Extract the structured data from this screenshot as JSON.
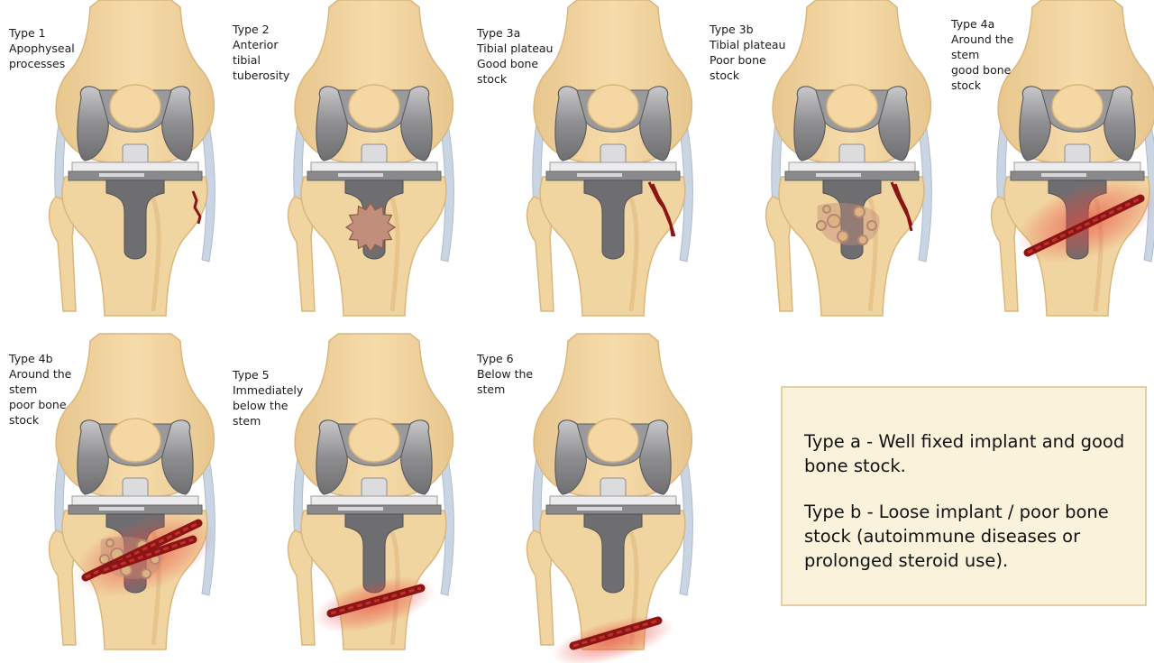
{
  "panels": [
    {
      "id": "type-1",
      "label": [
        "Type 1",
        "Apophyseal",
        "processes"
      ],
      "fracture": "apophyseal"
    },
    {
      "id": "type-2",
      "label": [
        "Type 2",
        "Anterior",
        "tibial",
        "tuberosity"
      ],
      "fracture": "tuberosity"
    },
    {
      "id": "type-3a",
      "label": [
        "Type 3a",
        "Tibial plateau",
        "Good bone",
        "stock"
      ],
      "fracture": "plateau"
    },
    {
      "id": "type-3b",
      "label": [
        "Type 3b",
        "Tibial plateau",
        "Poor bone",
        "stock"
      ],
      "fracture": "plateau-poor"
    },
    {
      "id": "type-4a",
      "label": [
        "Type 4a",
        "Around the",
        "stem",
        "good bone",
        "stock"
      ],
      "fracture": "around-stem"
    },
    {
      "id": "type-4b",
      "label": [
        "Type 4b",
        "Around the",
        "stem",
        "poor bone",
        "stock"
      ],
      "fracture": "around-stem-poor"
    },
    {
      "id": "type-5",
      "label": [
        "Type 5",
        "Immediately",
        "below the",
        "stem"
      ],
      "fracture": "below-stem"
    },
    {
      "id": "type-6",
      "label": [
        "Type 6",
        "Below the",
        "stem"
      ],
      "fracture": "far-below-stem"
    }
  ],
  "legend": {
    "type_a": [
      "Type a - Well fixed implant and good",
      "bone stock."
    ],
    "type_b": [
      "Type b - Loose implant / poor bone",
      "stock (autoimmune diseases or",
      "prolonged steroid use)."
    ]
  },
  "colors": {
    "bone": "#f1d5a0",
    "bone_edge": "#d9b77c",
    "bone_shade": "#e6c48b",
    "metal_dark": "#7b7b7d",
    "metal_mid": "#a9a9ab",
    "metal_light": "#dcdcde",
    "ligament": "#c9d5e2",
    "fracture": "#8b1515",
    "glow": "#e8453c",
    "lesion": "#c08e7a",
    "legend_bg": "#fbf2dc",
    "legend_border": "#e3cfa4"
  }
}
